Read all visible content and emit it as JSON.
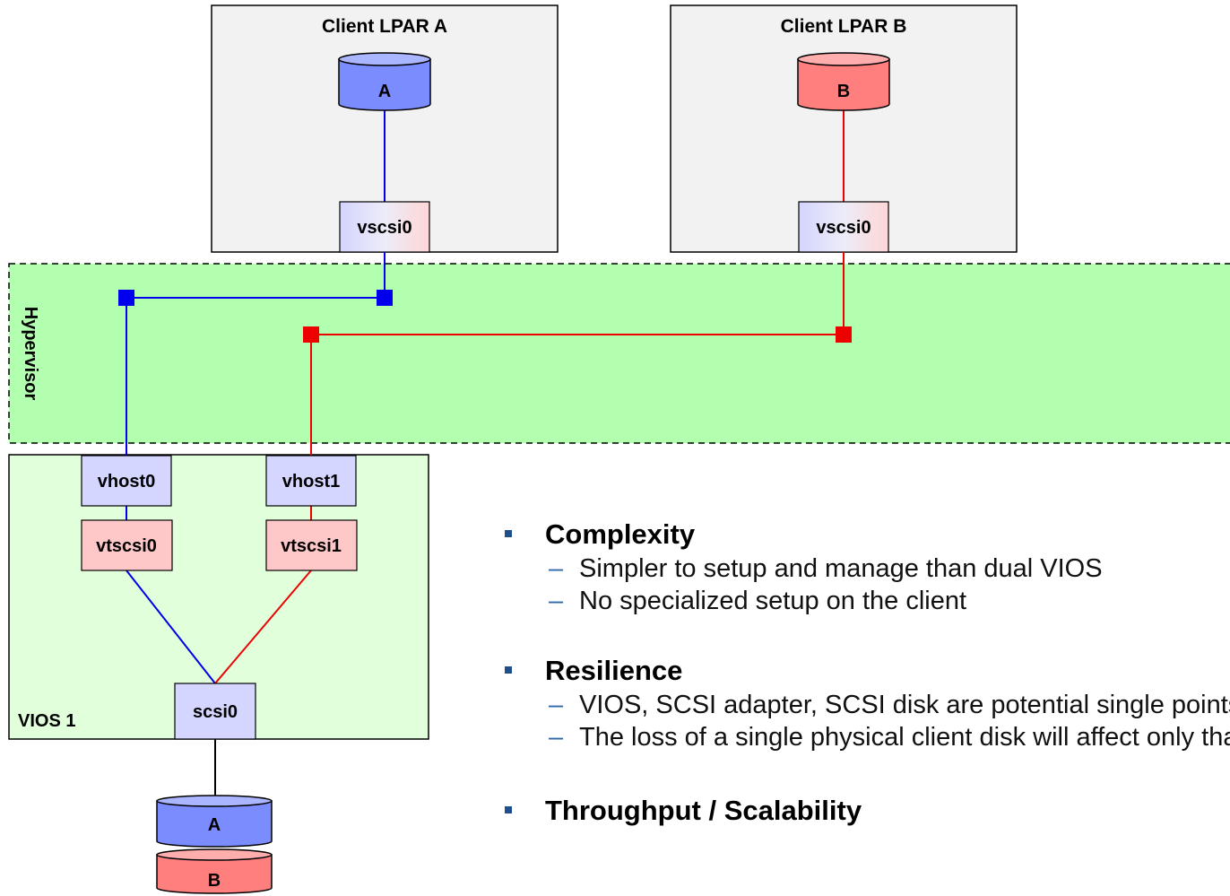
{
  "client_a": {
    "title": "Client LPAR A",
    "disk_label": "A",
    "adapter": "vscsi0"
  },
  "client_b": {
    "title": "Client LPAR B",
    "disk_label": "B",
    "adapter": "vscsi0"
  },
  "hypervisor": {
    "label": "Hypervisor"
  },
  "vios": {
    "label": "VIOS 1",
    "vhost0": "vhost0",
    "vhost1": "vhost1",
    "vtscsi0": "vtscsi0",
    "vtscsi1": "vtscsi1",
    "scsi0": "scsi0"
  },
  "physical_disks": {
    "a": "A",
    "b": "B"
  },
  "colors": {
    "blue_path": "#0000ee",
    "red_path": "#ee0000",
    "hypervisor_fill": "#b3ffb0",
    "vios_fill": "#e2ffdc",
    "lpar_fill": "#f2f2f2",
    "disk_a": "#7b8cff",
    "disk_b": "#ff7f7f"
  },
  "bullets": [
    {
      "heading": "Complexity",
      "items": [
        "Simpler to setup and manage than dual VIOS",
        "No specialized setup on the client"
      ]
    },
    {
      "heading": "Resilience",
      "items": [
        "VIOS, SCSI adapter, SCSI disk are potential single points of failure",
        "The loss of a single physical client disk will affect only that client"
      ]
    },
    {
      "heading": "Throughput / Scalability",
      "items": []
    }
  ]
}
